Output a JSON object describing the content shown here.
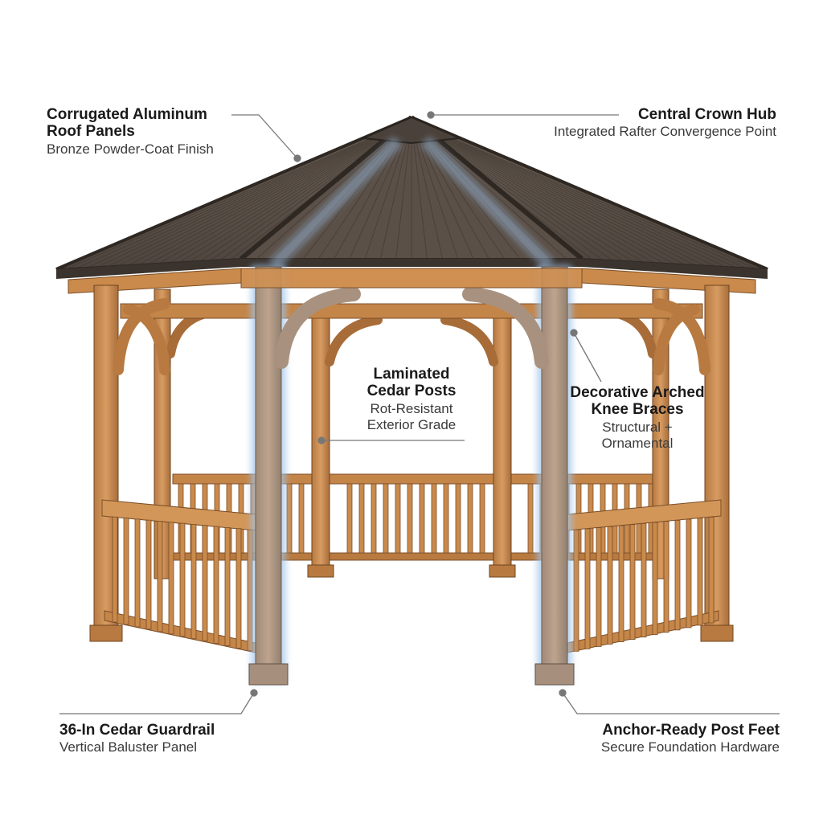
{
  "callouts": {
    "roof_panels": {
      "title_line1": "Corrugated Aluminum",
      "title_line2": "Roof Panels",
      "subtitle": "Bronze Powder-Coat Finish"
    },
    "crown_hub": {
      "title": "Central Crown Hub",
      "subtitle": "Integrated Rafter Convergence Point"
    },
    "posts": {
      "title_line1": "Laminated",
      "title_line2": "Cedar Posts",
      "subtitle_line1": "Rot-Resistant",
      "subtitle_line2": "Exterior Grade"
    },
    "knee_braces": {
      "title_line1": "Decorative Arched",
      "title_line2": "Knee Braces",
      "subtitle_line1": "Structural +",
      "subtitle_line2": "Ornamental"
    },
    "guardrail": {
      "title": "36-In Cedar Guardrail",
      "subtitle": "Vertical Baluster Panel"
    },
    "post_feet": {
      "title": "Anchor-Ready Post Feet",
      "subtitle": "Secure Foundation Hardware"
    }
  },
  "colors": {
    "roof": "#5e534a",
    "roof_dark": "#3f3731",
    "cedar": "#c98a4b",
    "cedar_dark": "#9a6334",
    "cedar_light": "#dca36a",
    "highlight": "#9fc4ea",
    "leader_line": "#777777"
  }
}
